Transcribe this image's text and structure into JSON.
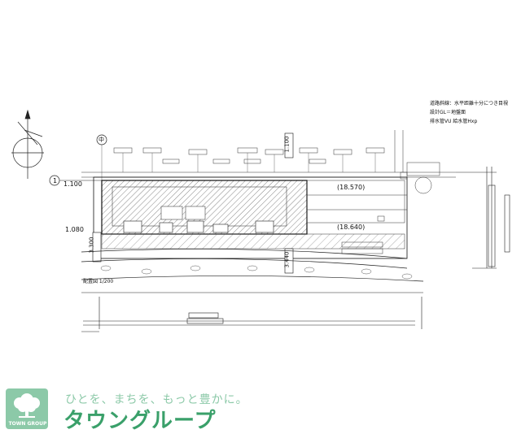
{
  "drawing": {
    "notes": [
      "道路斜線：水平距離十分につき目視",
      "設計GL＝地盤面",
      "排水管VU  給水管Hxp"
    ],
    "scale_label": "配置図  1/200",
    "dims": {
      "top_length": "(18.570)",
      "bottom_length": "(18.640)",
      "left_top": "1.100",
      "left_mid": "1.080",
      "left_depth": "3.300",
      "top_right_vert": "1.100",
      "right_vert": "3.440"
    },
    "grid_markers": {
      "grid_1": "1",
      "grid_chu": "中"
    }
  },
  "brand": {
    "tagline": "ひとを、まちを、もっと豊かに。",
    "wordmark": "タウングループ",
    "logo_text": "TOWN GROUP",
    "colors": {
      "green": "#3aa06a",
      "light_green": "#8cc9a8"
    },
    "logo_icon": "tree-icon"
  }
}
